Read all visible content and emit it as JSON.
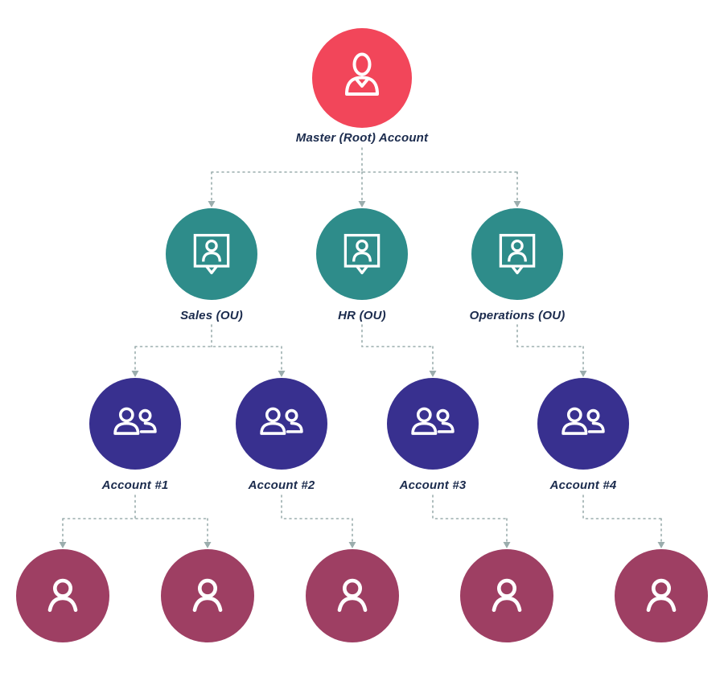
{
  "diagram": {
    "type": "hierarchy-tree",
    "colors": {
      "root": "#F2465A",
      "ou": "#2E8C8A",
      "account": "#38308F",
      "user": "#9E3F63",
      "connector": "#9BADAD",
      "label": "#1B2B4D",
      "background": "#FFFFFF"
    },
    "nodes": {
      "root": {
        "id": "root",
        "label": "Master (Root) Account",
        "icon": "person-outline-icon"
      },
      "ous": [
        {
          "id": "sales",
          "label": "Sales (OU)",
          "icon": "user-badge-icon"
        },
        {
          "id": "hr",
          "label": "HR (OU)",
          "icon": "user-badge-icon"
        },
        {
          "id": "operations",
          "label": "Operations (OU)",
          "icon": "user-badge-icon"
        }
      ],
      "accounts": [
        {
          "id": "account-1",
          "label": "Account #1",
          "icon": "users-icon"
        },
        {
          "id": "account-2",
          "label": "Account #2",
          "icon": "users-icon"
        },
        {
          "id": "account-3",
          "label": "Account #3",
          "icon": "users-icon"
        },
        {
          "id": "account-4",
          "label": "Account #4",
          "icon": "users-icon"
        }
      ],
      "users": [
        {
          "id": "user-1",
          "icon": "person-icon"
        },
        {
          "id": "user-2",
          "icon": "person-icon"
        },
        {
          "id": "user-3",
          "icon": "person-icon"
        },
        {
          "id": "user-4",
          "icon": "person-icon"
        },
        {
          "id": "user-5",
          "icon": "person-icon"
        }
      ]
    },
    "edges": [
      [
        "root",
        "sales"
      ],
      [
        "root",
        "hr"
      ],
      [
        "root",
        "operations"
      ],
      [
        "sales",
        "account-1"
      ],
      [
        "sales",
        "account-2"
      ],
      [
        "hr",
        "account-3"
      ],
      [
        "operations",
        "account-4"
      ],
      [
        "account-1",
        "user-1"
      ],
      [
        "account-1",
        "user-2"
      ],
      [
        "account-2",
        "user-3"
      ],
      [
        "account-3",
        "user-4"
      ],
      [
        "account-4",
        "user-5"
      ]
    ]
  }
}
